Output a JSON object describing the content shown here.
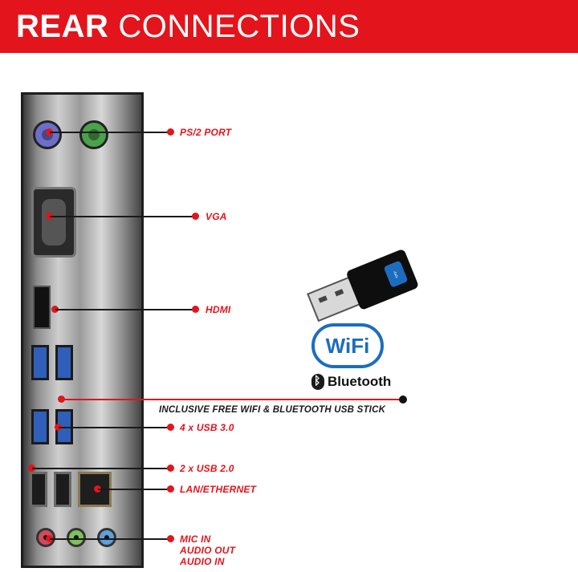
{
  "banner": {
    "title_bold": "REAR",
    "title_light": "CONNECTIONS"
  },
  "labels": {
    "ps2": "PS/2 PORT",
    "vga": "VGA",
    "hdmi": "HDMI",
    "wifi_stick": "INCLUSIVE FREE WIFI & BLUETOOTH USB STICK",
    "usb3": "4 x USB 3.0",
    "usb2": "2 x USB 2.0",
    "lan": "LAN/ETHERNET",
    "mic": "MIC IN",
    "audio_out": "AUDIO OUT",
    "audio_in": "AUDIO IN"
  },
  "logos": {
    "wifi": "WiFi",
    "bluetooth": "Bluetooth"
  },
  "colors": {
    "accent": "#e3141b",
    "wifi_blue": "#1c6dbf",
    "usb3_blue": "#2f5fb8"
  }
}
